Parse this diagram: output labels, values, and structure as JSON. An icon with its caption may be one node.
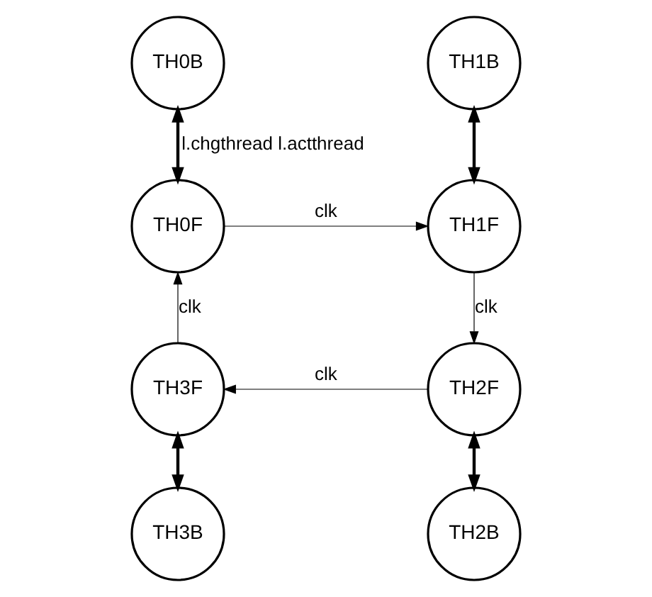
{
  "diagram": {
    "nodes": [
      {
        "text": [
          "TH0B"
        ]
      },
      {
        "text": [
          "TH1B"
        ]
      },
      {
        "text": [
          "TH0F"
        ]
      },
      {
        "text": [
          "TH1F"
        ]
      },
      {
        "text": [
          "TH3F"
        ]
      },
      {
        "text": [
          "TH2F"
        ]
      },
      {
        "text": [
          "TH3B"
        ]
      },
      {
        "text": [
          "TH2B"
        ]
      }
    ],
    "edges": [
      {
        "from": 0,
        "to": 2,
        "arrow": "both",
        "label": "l.chgthread l.actthread",
        "style": "thick"
      },
      {
        "from": 1,
        "to": 3,
        "arrow": "both",
        "style": "thick"
      },
      {
        "from": 4,
        "to": 6,
        "arrow": "both",
        "style": "thick"
      },
      {
        "from": 5,
        "to": 7,
        "arrow": "both",
        "style": "thick"
      },
      {
        "from": 2,
        "to": 3,
        "arrow": "to",
        "label": "clk"
      },
      {
        "from": 3,
        "to": 5,
        "arrow": "to",
        "label": "clk"
      },
      {
        "from": 5,
        "to": 4,
        "arrow": "to",
        "label": "clk"
      },
      {
        "from": 4,
        "to": 2,
        "arrow": "to",
        "label": "clk"
      }
    ]
  }
}
